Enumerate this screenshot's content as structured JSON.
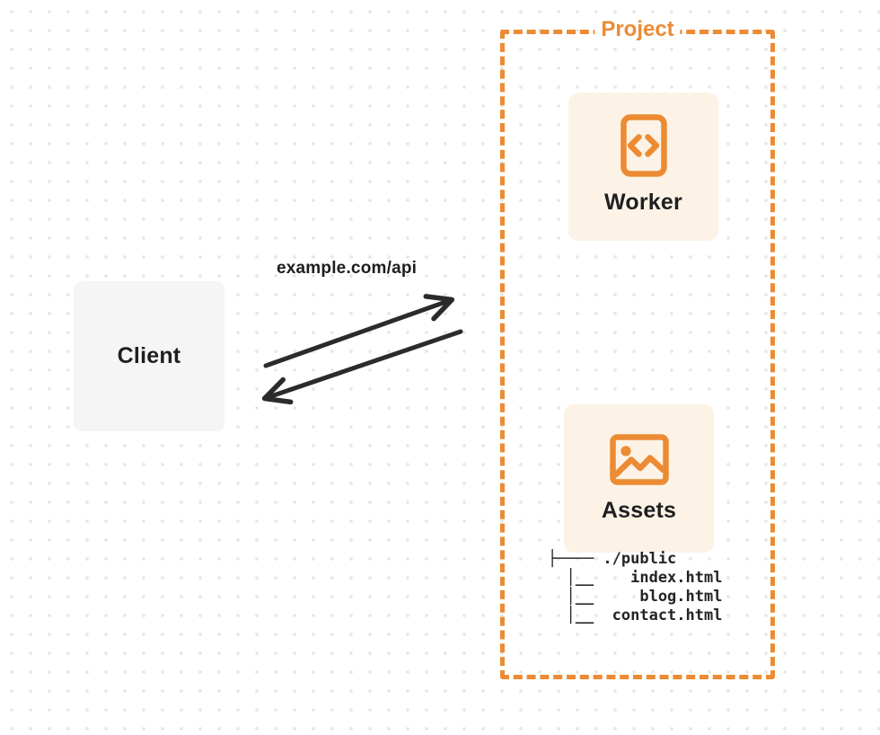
{
  "client": {
    "label": "Client"
  },
  "request": {
    "url_label": "example.com/api"
  },
  "project": {
    "label": "Project",
    "worker": {
      "label": "Worker",
      "icon": "code-document-icon"
    },
    "assets": {
      "label": "Assets",
      "icon": "image-icon"
    },
    "file_tree": "├──── ./public\n  │__    index.html\n  │__     blog.html\n  │__  contact.html",
    "files": [
      "./public",
      "index.html",
      "blog.html",
      "contact.html"
    ]
  },
  "colors": {
    "accent": "#EC8B33",
    "card_bg": "#FCF3E6",
    "client_bg": "#F5F5F6",
    "arrow": "#2B2B2B",
    "text_dark": "#1E1F20",
    "dot": "#E6E6E6"
  }
}
